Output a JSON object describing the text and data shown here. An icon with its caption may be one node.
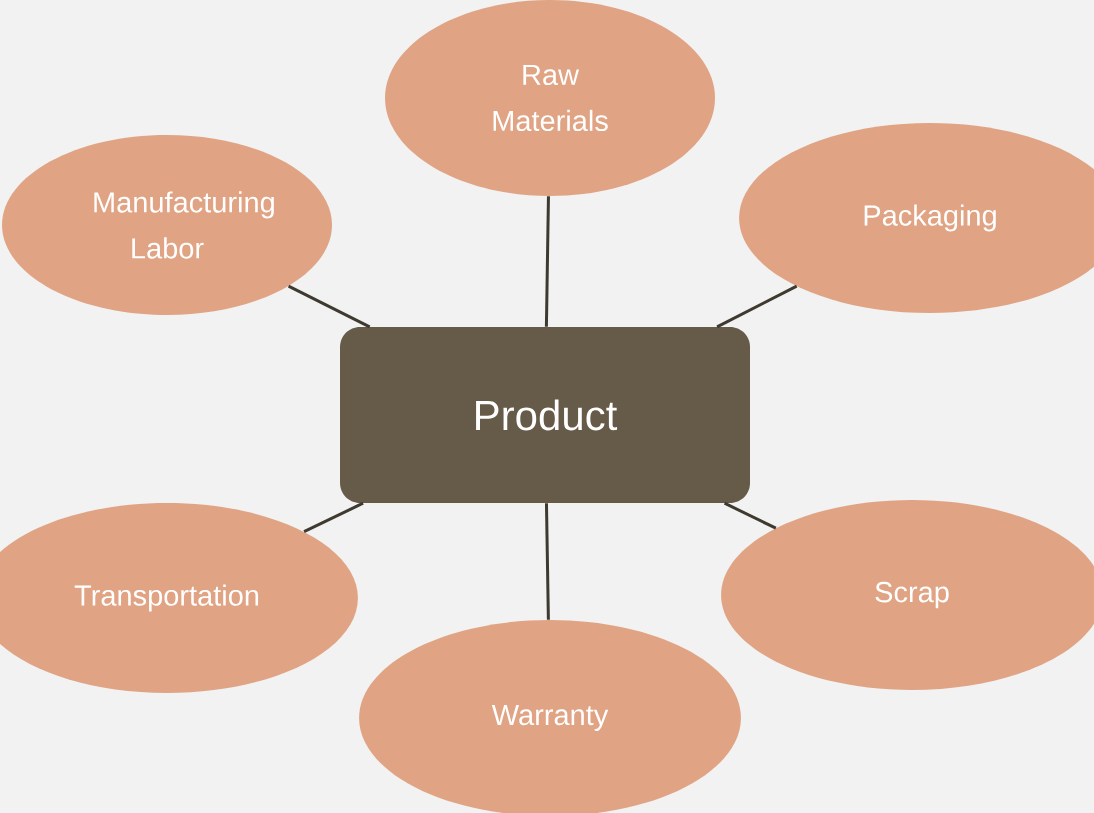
{
  "diagram": {
    "nodes": [
      {
        "text": [
          "Product"
        ]
      },
      {
        "text": [
          "Raw Materials"
        ]
      },
      {
        "text": [
          "Manufacturing Labor"
        ]
      },
      {
        "text": [
          "Packaging"
        ]
      },
      {
        "text": [
          "Transportation"
        ]
      },
      {
        "text": [
          "Scrap"
        ]
      },
      {
        "text": [
          "Warranty"
        ]
      }
    ],
    "edges": [
      {
        "from": 0,
        "to": 1,
        "arrow": "none"
      },
      {
        "from": 0,
        "to": 2,
        "arrow": "none"
      },
      {
        "from": 0,
        "to": 3,
        "arrow": "none"
      },
      {
        "from": 0,
        "to": 4,
        "arrow": "none"
      },
      {
        "from": 0,
        "to": 5,
        "arrow": "none"
      },
      {
        "from": 0,
        "to": 6,
        "arrow": "none"
      }
    ]
  }
}
